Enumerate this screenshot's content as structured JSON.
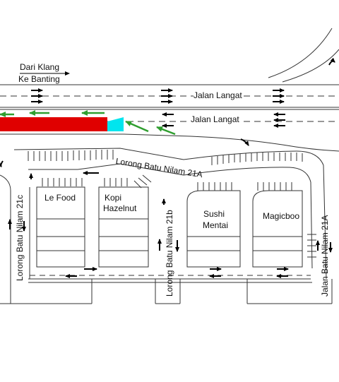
{
  "labels": {
    "from_klang": "Dari Klang",
    "to_banting": "Ke Banting",
    "road_main_upper": "Jalan Langat",
    "road_main_lower": "Jalan Langat",
    "road_21a_top": "Lorong Batu Nilam 21A",
    "road_21a_right": "Jalan Batu Nilam 21A",
    "road_21b": "Lorong Batu Nilam 21b",
    "road_21c": "Lorong Batu Nilam 21c"
  },
  "shops": {
    "le_food": "Le Food",
    "kopi_line1": "Kopi",
    "kopi_line2": "Hazelnut",
    "sushi_line1": "Sushi",
    "sushi_line2": "Mentai",
    "magicboo": "Magicboo"
  },
  "colors": {
    "line": "#333333",
    "closed_lane": "#e00000",
    "closure_end": "#00e5ee",
    "detour_arrow": "#2f9e2f",
    "arrow": "#000000"
  },
  "icons": {
    "lane_arrow": "right-arrow-icon",
    "u_turn": "u-turn-icon",
    "diverge": "diverge-icon",
    "two_way": "two-way-arrow-icon"
  }
}
